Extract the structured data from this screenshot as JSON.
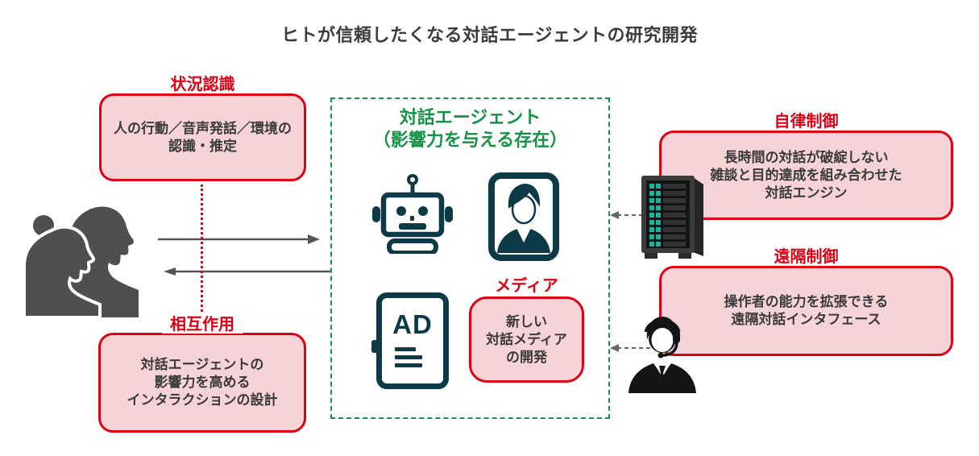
{
  "page": {
    "title": "ヒトが信頼したくなる対話エージェントの研究開発"
  },
  "left_column": {
    "situation_box": {
      "label": "状況認識",
      "body": "人の行動／音声発話／環境の\n認識・推定"
    },
    "interaction_box": {
      "label": "相互作用",
      "body": "対話エージェントの\n影響力を高める\nインタラクションの設計"
    }
  },
  "center_box": {
    "title": "対話エージェント\n（影響力を与える存在）",
    "ad_label": "AD",
    "media_box": {
      "label": "メディア",
      "body": "新しい\n対話メディア\nの開発"
    }
  },
  "right_column": {
    "autonomous_box": {
      "label": "自律制御",
      "body": "長時間の対話が破綻しない\n雑談と目的達成を組み合わせた\n対話エンジン"
    },
    "remote_box": {
      "label": "遠隔制御",
      "body": "操作者の能力を拡張できる\n遠隔対話インタフェース"
    }
  },
  "icons": {
    "people": "two-people-profile-icon",
    "robot": "robot-icon",
    "avatar_display": "person-on-display-icon",
    "ad_display": "ad-display-icon",
    "server": "server-icon",
    "operator": "operator-headset-icon"
  },
  "colors": {
    "accent_red": "#e00014",
    "box_pink": "#f5d3d6",
    "accent_green": "#169245",
    "icon_dark": "#0d3a46",
    "people_gray": "#4f4f4f",
    "arrow_gray": "#555555",
    "text_dark": "#3a3a3a",
    "led_teal": "#1db39f"
  }
}
